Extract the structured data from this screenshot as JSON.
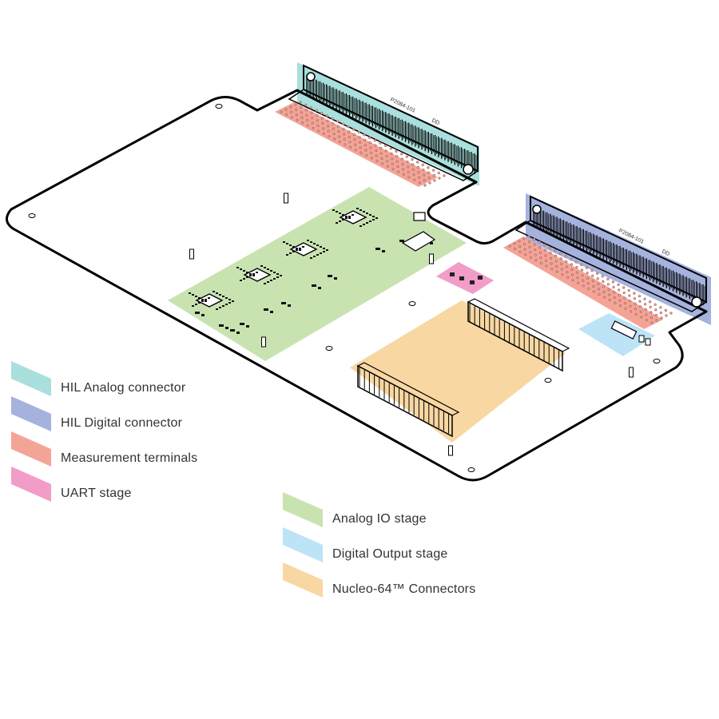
{
  "colors": {
    "analog_connector": "#a9dfdc",
    "digital_connector": "#a5b2dd",
    "measurement": "#f4a497",
    "uart": "#f29cc8",
    "analog_io": "#c8e3b0",
    "digital_output": "#bde3f7",
    "nucleo": "#f8d7a2",
    "board_outline": "#000000"
  },
  "board": {
    "connector_a_marking": "P2084-101",
    "connector_a_id": "DD",
    "connector_b_marking": "P2084-101",
    "connector_b_id": "DD"
  },
  "legend": [
    {
      "key": "analog_connector",
      "label": "HIL Analog connector"
    },
    {
      "key": "digital_connector",
      "label": "HIL Digital connector"
    },
    {
      "key": "measurement",
      "label": "Measurement terminals"
    },
    {
      "key": "uart",
      "label": "UART stage"
    },
    {
      "key": "analog_io",
      "label": "Analog IO stage"
    },
    {
      "key": "digital_output",
      "label": "Digital Output stage"
    },
    {
      "key": "nucleo",
      "label": "Nucleo-64™ Connectors"
    }
  ]
}
